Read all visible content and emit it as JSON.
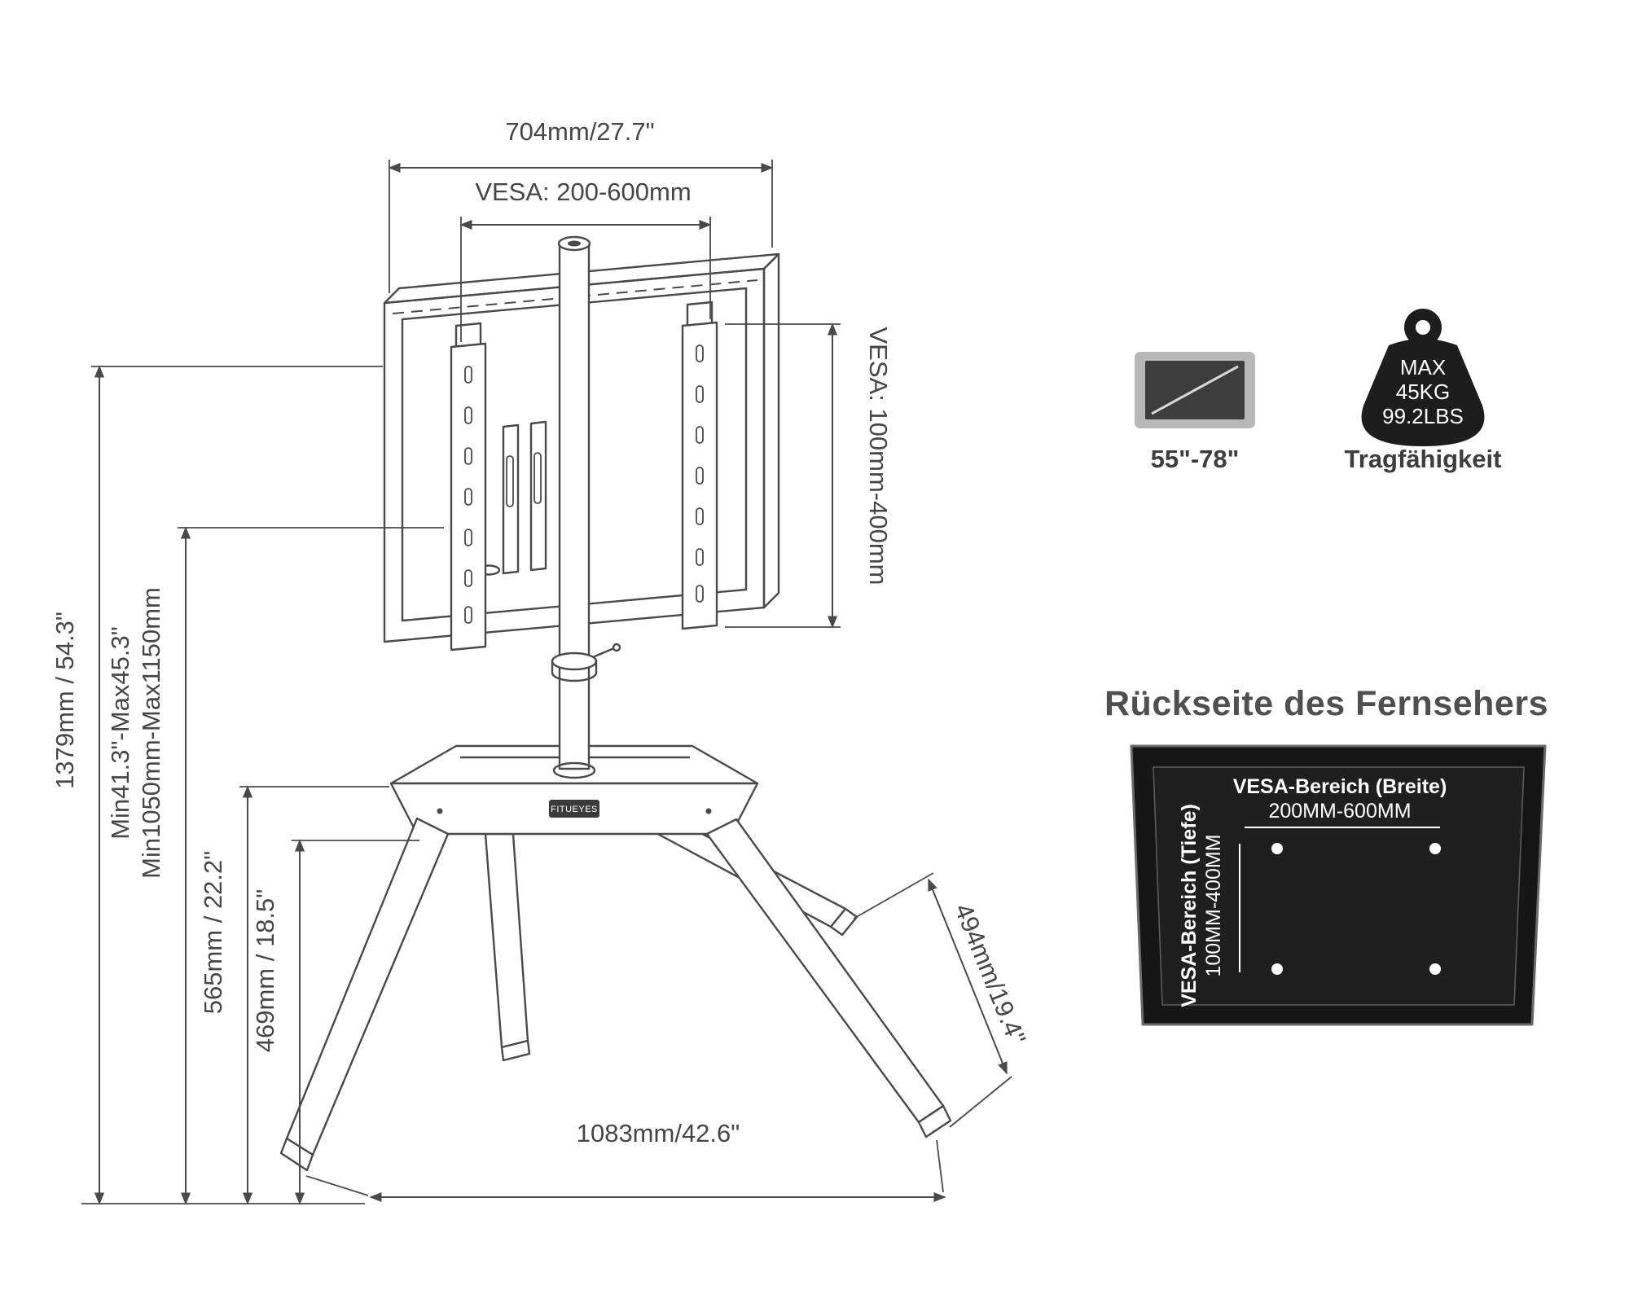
{
  "dims": {
    "top_width": "704mm/27.7\"",
    "vesa_width": "VESA: 200-600mm",
    "vesa_height": "VESA: 100mm-400mm",
    "total_height": "1379mm / 54.3\"",
    "adj_height_inch": "Min41.3\"-Max45.3\"",
    "adj_height_mm": "Min1050mm-Max1150mm",
    "height_to_base_top": "565mm / 22.2\"",
    "height_to_base_low": "469mm / 18.5\"",
    "base_width": "1083mm/42.6\"",
    "base_depth": "494mm/19.4\""
  },
  "logo": "FITUEYES",
  "features": {
    "screen": {
      "range": "55\"-78\""
    },
    "weight": {
      "l1": "MAX",
      "l2": "45KG",
      "l3": "99.2LBS",
      "caption": "Tragfähigkeit"
    }
  },
  "back": {
    "title": "Rückseite des Fernsehers",
    "width_label": "VESA-Bereich (Breite)",
    "width_value": "200MM-600MM",
    "depth_label": "VESA-Bereich (Tiefe)",
    "depth_value": "100MM-400MM"
  }
}
